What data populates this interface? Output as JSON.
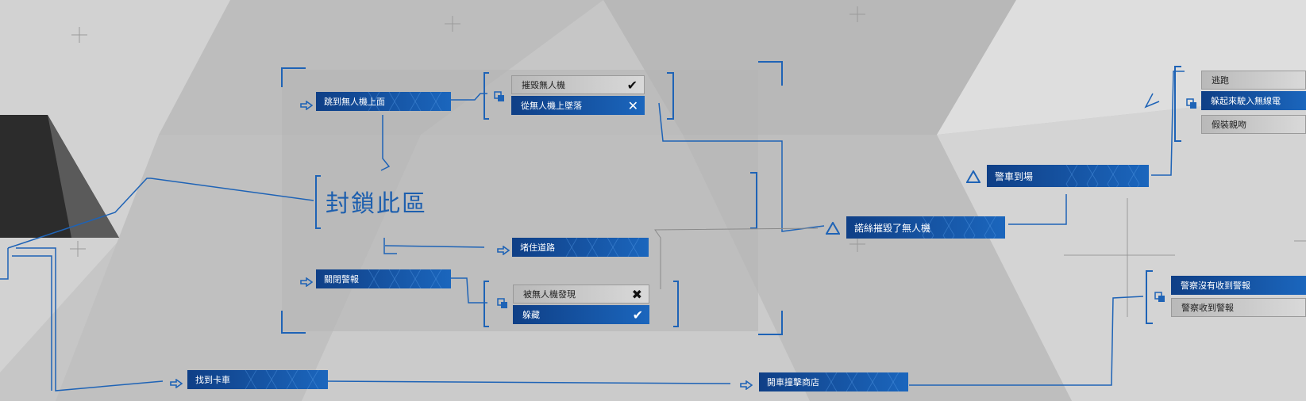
{
  "section_title": "封鎖此區",
  "nodes": {
    "jump_on_drone": "跳到無人機上面",
    "disable_alarm": "關閉警報",
    "block_road": "堵住道路",
    "find_truck": "找到卡車",
    "drive_into_store": "開車撞擊商店",
    "north_destroyed_drone": "諾絲摧毀了無人機",
    "police_arrive": "警車到場"
  },
  "options": {
    "destroy_drone": {
      "label": "摧毀無人機",
      "status": "done"
    },
    "fall_from_drone": {
      "label": "從無人機上墜落",
      "status": "failed"
    },
    "spotted_by_drone": {
      "label": "被無人機發現",
      "status": "failed"
    },
    "hide": {
      "label": "躲藏",
      "status": "done"
    },
    "escape": {
      "label": "逃跑"
    },
    "hide_in_bus": {
      "label": "躲起來駛入無線電"
    },
    "fake_kiss": {
      "label": "假裝親吻"
    },
    "police_no_alert": {
      "label": "警察沒有收到警報"
    },
    "police_got_alert": {
      "label": "警察收到警報"
    }
  },
  "colors": {
    "accent": "#1b66bd",
    "background": "#c9c9c9",
    "line": "#1e63b6"
  }
}
